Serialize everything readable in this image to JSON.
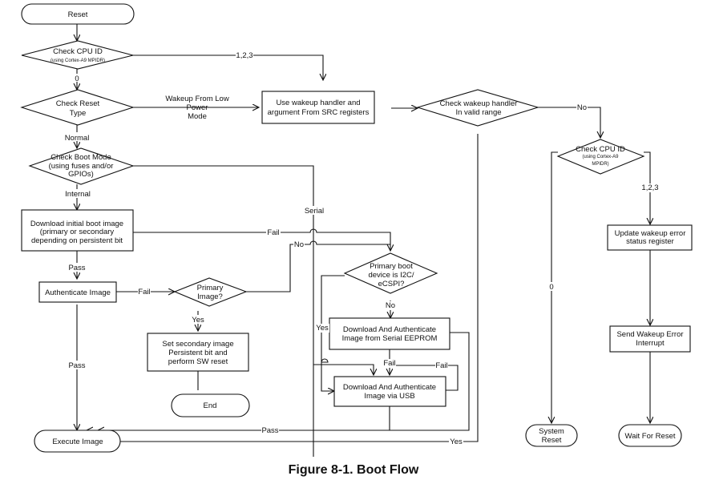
{
  "caption": "Figure 8-1. Boot Flow",
  "nodes": {
    "reset": "Reset",
    "check_cpu_id_1": [
      "Check CPU ID",
      "(using Cortex-A9 MPIDR)"
    ],
    "check_reset_type": [
      "Check Reset",
      "Type"
    ],
    "check_boot_mode": [
      "Check Boot Mode",
      "(using fuses and/or",
      "GPIOs)"
    ],
    "download_initial": [
      "Download initial boot image",
      "(primary or secondary",
      "depending on persistent bit"
    ],
    "authenticate_image": "Authenticate Image",
    "primary_image": [
      "Primary",
      "Image?"
    ],
    "set_secondary": [
      "Set secondary image",
      "Persistent bit and",
      "perform SW reset"
    ],
    "end": "End",
    "execute_image": "Execute Image",
    "use_wakeup_handler": [
      "Use wakeup handler and",
      "argument From SRC registers"
    ],
    "check_wakeup_handler": [
      "Check wakeup handler",
      "In valid range"
    ],
    "check_cpu_id_2": [
      "Check CPU ID",
      "(using Cortex-A9",
      "MPIDR)"
    ],
    "primary_boot_device": [
      "Primary boot",
      "device is I2C/",
      "eCSPI?"
    ],
    "download_serial_eeprom": [
      "Download And Authenticate",
      "Image from Serial EEPROM"
    ],
    "download_usb": [
      "Download And Authenticate",
      "Image via USB"
    ],
    "update_wakeup_error": [
      "Update wakeup error",
      "status register"
    ],
    "send_wakeup_error": [
      "Send Wakeup Error",
      "Interrupt"
    ],
    "system_reset": [
      "System",
      "Reset"
    ],
    "wait_for_reset": "Wait For Reset"
  },
  "edge_labels": {
    "cpu_0": "0",
    "cpu_123": "1,2,3",
    "wakeup_low_power": [
      "Wakeup From Low",
      "Power",
      "Mode"
    ],
    "normal": "Normal",
    "internal": "Internal",
    "serial": "Serial",
    "pass_1": "Pass",
    "pass_2": "Pass",
    "pass_3": "Pass",
    "fail_download": "Fail",
    "fail_auth": "Fail",
    "no_primary": "No",
    "yes_secondary": "Yes",
    "no_wakeup_range": "No",
    "yes_wakeup_range": "Yes",
    "no_i2c": "No",
    "yes_i2c": "Yes",
    "fail_eeprom": "Fail",
    "fail_usb": "Fail",
    "cpu2_0": "0",
    "cpu2_123": "1,2,3"
  }
}
